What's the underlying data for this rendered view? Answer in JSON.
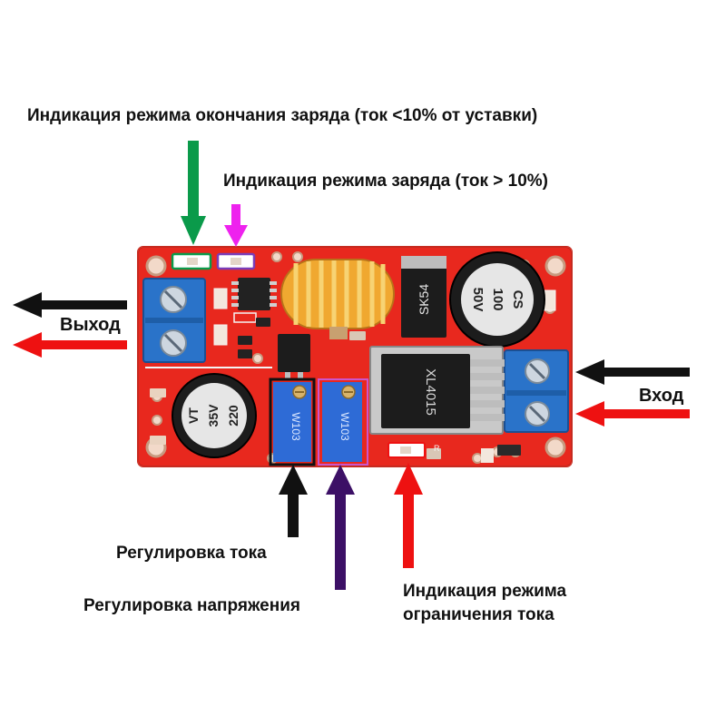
{
  "labels": {
    "full_charge": "Индикация режима окончания заряда (ток <10% от уставки)",
    "charging": "Индикация режима заряда (ток > 10%)",
    "output": "Выход",
    "input": "Вход",
    "current_adjust": "Регулировка тока",
    "voltage_adjust": "Регулировка напряжения",
    "current_limit_line1": "Индикация режима",
    "current_limit_line2": "ограничения тока"
  },
  "components": {
    "cap_right": [
      "CS",
      "100",
      "50V"
    ],
    "cap_left": [
      "VT",
      "35V",
      "220"
    ],
    "diode": "SK54",
    "trim_pot": "W103",
    "ic": "XL4015",
    "resistor_marker": "R"
  },
  "colors": {
    "board": "#e8281e",
    "terminal": "#2a73c9",
    "arrow_green": "#0a9a4a",
    "arrow_magenta": "#ee22ee",
    "arrow_black": "#111111",
    "arrow_red": "#ee1111",
    "arrow_purple": "#3c1066"
  }
}
